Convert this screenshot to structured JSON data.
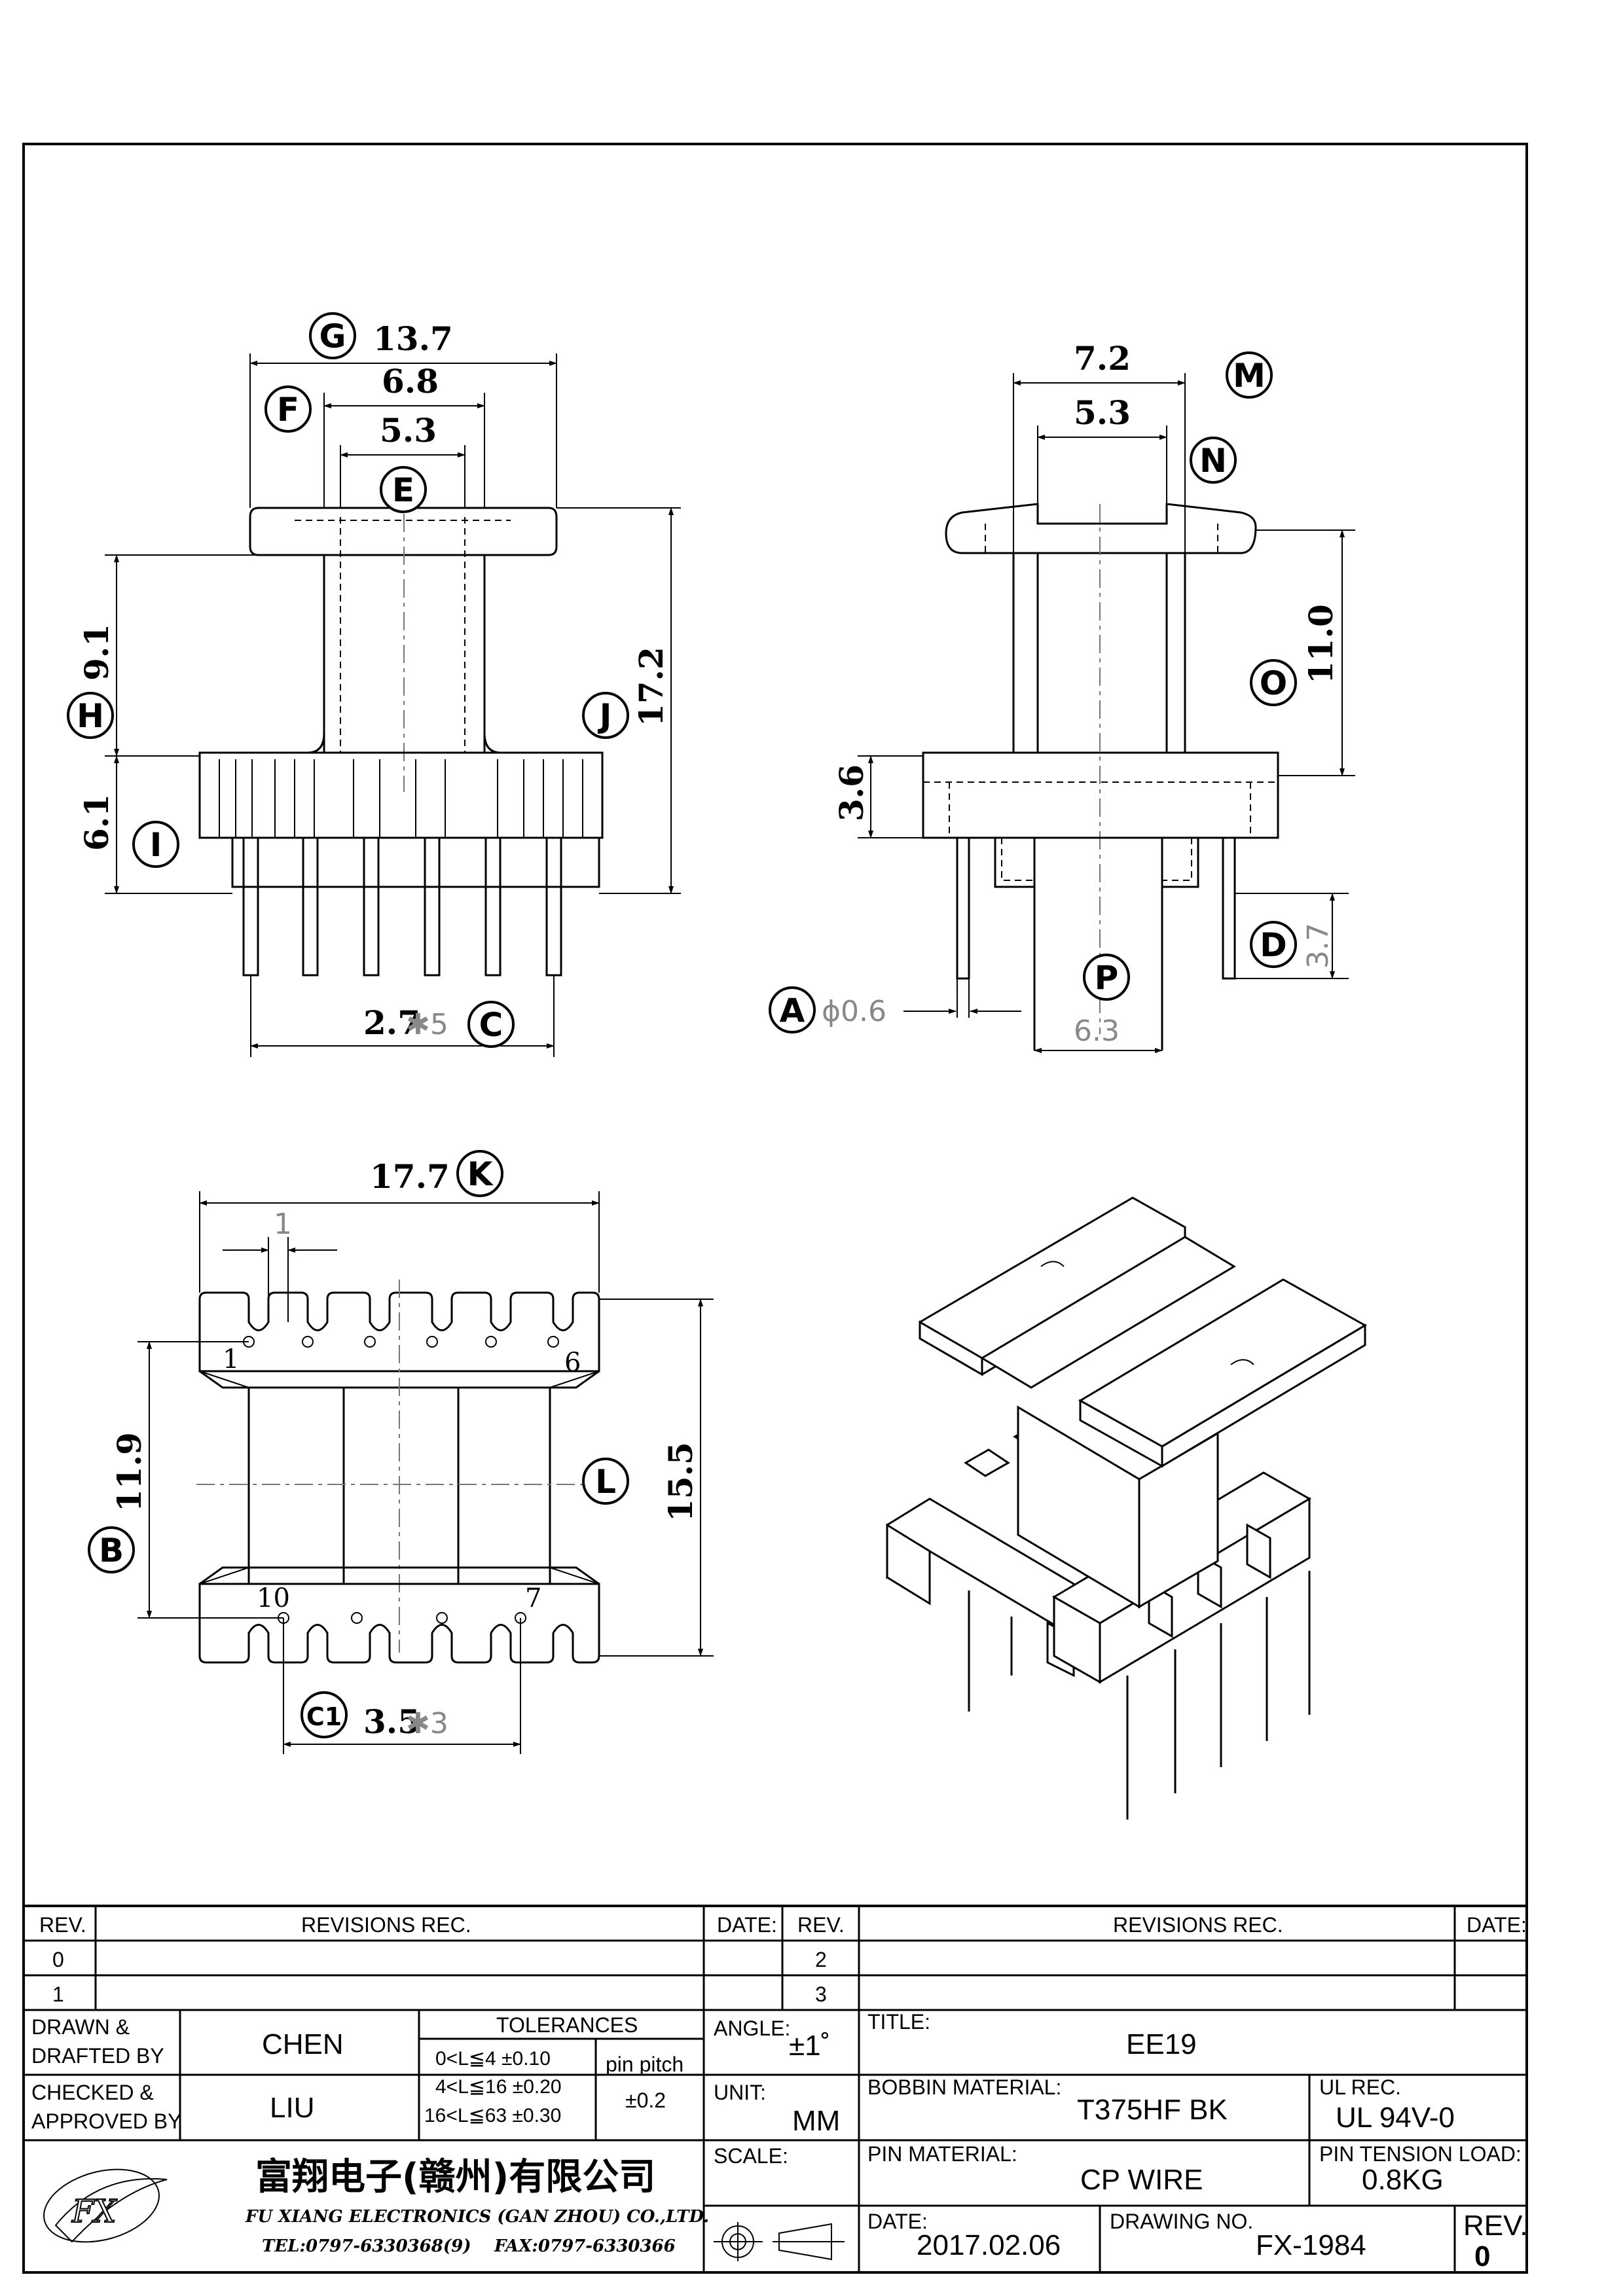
{
  "views": {
    "front": {
      "dims": {
        "G": "13.7",
        "F": "6.8",
        "E": "5.3",
        "H": "9.1",
        "I": "6.1",
        "J": "17.2",
        "C": "2.7",
        "C_count": "✱5"
      }
    },
    "side": {
      "dims": {
        "M": "7.2",
        "N": "5.3",
        "O": "11.0",
        "Q": "3.6",
        "D": "3.7",
        "A": "ϕ0.6",
        "P": "6.3"
      }
    },
    "bottom": {
      "dims": {
        "K": "17.7",
        "pin_width": "1",
        "B": "11.9",
        "L": "15.5",
        "C1": "3.5",
        "C1_count": "✱3"
      },
      "pin_numbers": [
        "1",
        "6",
        "10",
        "7"
      ]
    }
  },
  "bubbles": [
    "G",
    "F",
    "E",
    "H",
    "I",
    "J",
    "C",
    "M",
    "N",
    "O",
    "P",
    "D",
    "A",
    "K",
    "B",
    "L",
    "C1"
  ],
  "revisions": {
    "headers": {
      "rev": "REV.",
      "rec": "REVISIONS   REC.",
      "date": "DATE:"
    },
    "left_rows": [
      "0",
      "1"
    ],
    "right_rows": [
      "2",
      "3"
    ]
  },
  "title_block": {
    "drawn_label": "DRAWN &\nDRAFTED BY",
    "drawn": "CHEN",
    "checked_label": "CHECKED &\nAPPROVED BY",
    "checked": "LIU",
    "tolerances_label": "TOLERANCES",
    "tolerances": [
      "0<L≦4   ±0.10",
      "4<L≦16  ±0.20",
      "16<L≦63  ±0.30"
    ],
    "pin_pitch_label": "pin  pitch",
    "pin_pitch": "±0.2",
    "angle_label": "ANGLE:",
    "angle": "±1˚",
    "unit_label": "UNIT:",
    "unit": "MM",
    "scale_label": "SCALE:",
    "title_label": "TITLE:",
    "title": "EE19",
    "bobbin_label": "BOBBIN  MATERIAL:",
    "bobbin": "T375HF  BK",
    "ul_label": "UL  REC.",
    "ul": "UL  94V-0",
    "pin_material_label": "PIN  MATERIAL:",
    "pin_material": "CP  WIRE",
    "tension_label": "PIN  TENSION  LOAD:",
    "tension": "0.8KG",
    "date_label": "DATE:",
    "date": "2017.02.06",
    "drawing_no_label": "DRAWING  NO.",
    "drawing_no": "FX-1984",
    "rev_label": "REV.",
    "rev": "0",
    "company_cn": "富翔电子(赣州)有限公司",
    "company_en": "FU XIANG ELECTRONICS (GAN ZHOU) CO.,LTD.",
    "tel": "TEL:0797-6330368(9)",
    "fax": "FAX:0797-6330366"
  }
}
